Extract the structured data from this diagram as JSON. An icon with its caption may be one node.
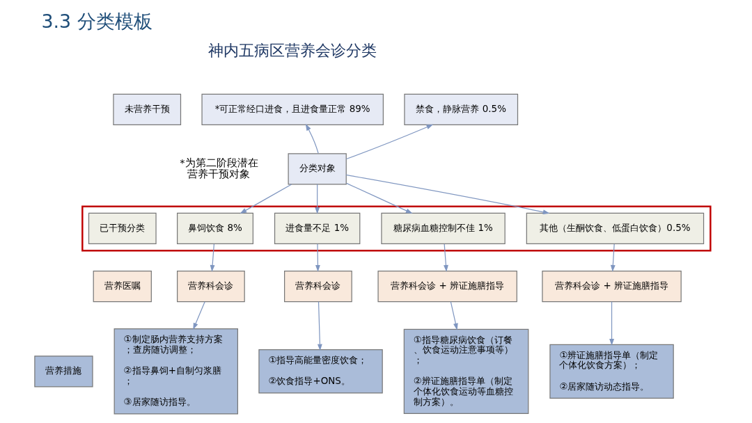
{
  "diagram": {
    "title": "3.3 分类模板",
    "nodes": [
      {
        "text": [
          "未营养干预"
        ]
      },
      {
        "text": [
          "*可正常经口进食，且进食量正常 89%"
        ]
      },
      {
        "text": [
          "禁食，静脉营养 0.5%"
        ]
      },
      {
        "text": [
          "分类对象"
        ]
      },
      {
        "text": [],
        "shape": "box"
      },
      {
        "text": [
          "已干预分类"
        ],
        "in": 4
      },
      {
        "text": [
          "鼻饲饮食 8%"
        ],
        "in": 4
      },
      {
        "text": [
          "进食量不足 1%"
        ],
        "in": 4
      },
      {
        "text": [
          "糖尿病血糖控制不佳 1%"
        ],
        "in": 4
      },
      {
        "text": [
          "其他（生酮饮食、低蛋白饮食）0.5%"
        ],
        "in": 4
      },
      {
        "text": [
          "营养医嘱"
        ]
      },
      {
        "text": [
          "营养科会诊"
        ]
      },
      {
        "text": [
          "营养科会诊"
        ]
      },
      {
        "text": [
          "营养科会诊 + 辨证施膳指导"
        ]
      },
      {
        "text": [
          "营养科会诊 + 辨证施膳指导"
        ]
      },
      {
        "text": [
          "营养措施"
        ]
      },
      {
        "text": [
          "①制定肠内营养支持方案；查房随访调整；",
          "②指导鼻饲+自制匀浆膳；",
          "③居家随访指导。"
        ]
      },
      {
        "text": [
          "①指导高能量密度饮食；",
          "②饮食指导+ONS。"
        ]
      },
      {
        "text": [
          "①指导糖尿病饮食（订餐、饮食运动注意事项等）；",
          "②辨证施膳指导单（制定个体化饮食运动等血糖控制方案）。"
        ]
      },
      {
        "text": [
          "①辨证施膳指导单（制定个体化饮食方案）；",
          "②居家随访动态指导。"
        ]
      }
    ],
    "edges": [
      {
        "from": 3,
        "to": 1,
        "arrow": "to"
      },
      {
        "from": 3,
        "to": 2,
        "arrow": "to"
      },
      {
        "from": 3,
        "to": 6,
        "arrow": "to"
      },
      {
        "from": 3,
        "to": 7,
        "arrow": "to"
      },
      {
        "from": 3,
        "to": 8,
        "arrow": "to"
      },
      {
        "from": 3,
        "to": 9,
        "arrow": "to"
      },
      {
        "from": 6,
        "to": 11,
        "arrow": "to"
      },
      {
        "from": 7,
        "to": 12,
        "arrow": "to"
      },
      {
        "from": 8,
        "to": 13,
        "arrow": "to"
      },
      {
        "from": 9,
        "to": 14,
        "arrow": "to"
      },
      {
        "from": 11,
        "to": 16,
        "arrow": "to"
      },
      {
        "from": 12,
        "to": 17,
        "arrow": "to"
      },
      {
        "from": 13,
        "to": 18,
        "arrow": "to"
      },
      {
        "from": 14,
        "to": 19,
        "arrow": "to"
      }
    ],
    "labels": [
      "神内五病区营养会诊分类",
      "*为第二阶段潜在营养干预对象"
    ]
  }
}
